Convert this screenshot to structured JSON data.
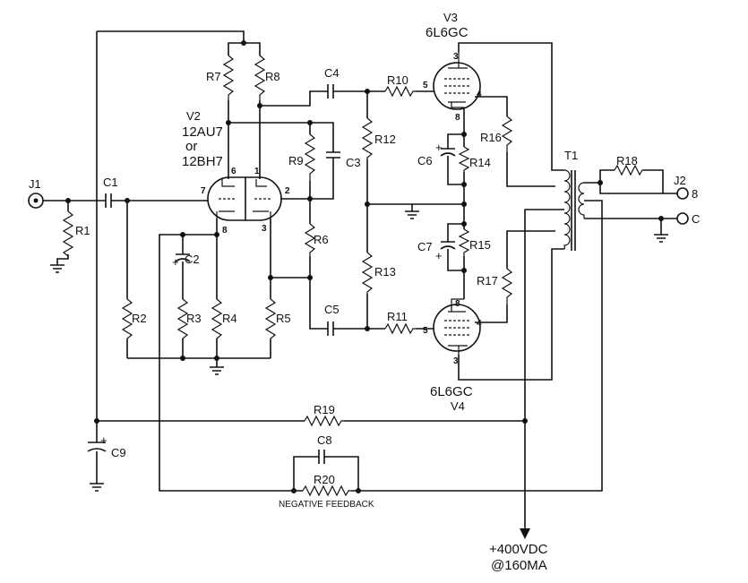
{
  "title": "",
  "colors": {
    "ink": "#111111",
    "background": "#ffffff"
  },
  "labels": {
    "J1": "J1",
    "J2": "J2",
    "C1": "C1",
    "R1": "R1",
    "R2": "R2",
    "R3": "R3",
    "R4": "R4",
    "R5": "R5",
    "C2": "C2",
    "R6": "R6",
    "R7": "R7",
    "R8": "R8",
    "R9": "R9",
    "C3": "C3",
    "C4": "C4",
    "C5": "C5",
    "R10": "R10",
    "R11": "R11",
    "R12": "R12",
    "R13": "R13",
    "R14": "R14",
    "R15": "R15",
    "C6": "C6",
    "C7": "C7",
    "R16": "R16",
    "R17": "R17",
    "T1": "T1",
    "R18": "R18",
    "R19": "R19",
    "C8": "C8",
    "R20": "R20",
    "C9": "C9",
    "V2": "V2",
    "V2_type": "12AU7",
    "V2_or": "or",
    "V2_alt": "12BH7",
    "V3": "V3",
    "V3_type": "6L6GC",
    "V4": "V4",
    "V4_type": "6L6GC",
    "out8": "8",
    "outC": "C",
    "feedback": "NEGATIVE FEEDBACK",
    "supply_v": "+400VDC",
    "supply_i": "@160MA"
  },
  "pins": {
    "v2_6": "6",
    "v2_1": "1",
    "v2_7": "7",
    "v2_2": "2",
    "v2_8": "8",
    "v2_3": "3",
    "v3_3": "3",
    "v3_5": "5",
    "v3_4": "4",
    "v3_8": "8",
    "v4_8": "8",
    "v4_5": "5",
    "v4_4": "4",
    "v4_3": "3"
  },
  "polarity": {
    "plus": "+"
  }
}
